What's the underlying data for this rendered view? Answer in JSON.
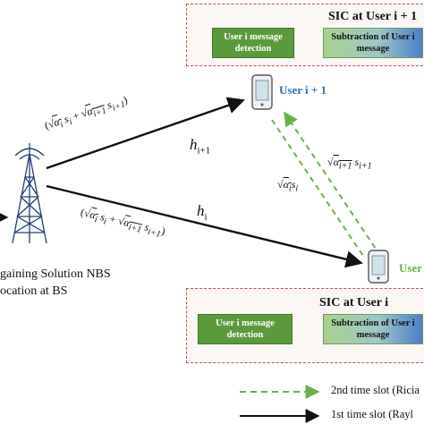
{
  "sic_top": {
    "title": "SIC at User i + 1",
    "step1": "User i message detection",
    "step2": "Subtraction of User i message"
  },
  "sic_bottom": {
    "title": "SIC at User i",
    "step1": "User i message detection",
    "step2": "Subtraction of User i message"
  },
  "bs": {
    "label_line1": "gaining Solution NBS",
    "label_line2": "ocation at BS"
  },
  "users": {
    "upper": "User i + 1",
    "lower": "User"
  },
  "links": {
    "h_upper": "h",
    "h_upper_sub": "i+1",
    "h_lower": "h",
    "h_lower_sub": "i"
  },
  "legend": {
    "second_slot": "2nd time slot (Ricia",
    "first_slot": "1st time slot (Rayl"
  },
  "colors": {
    "dashed_box": "#c0504d",
    "green_box": "#5b9a3c",
    "relay_arrow": "#6ab04c",
    "user_blue": "#2f6fb5",
    "user_green": "#6ab04c"
  }
}
